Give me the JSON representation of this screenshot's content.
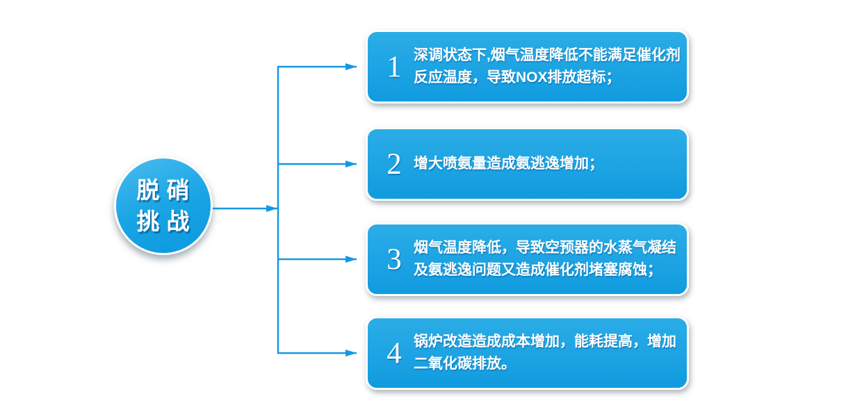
{
  "hub": {
    "label": "脱硝\n挑战"
  },
  "items": [
    {
      "number": "1",
      "text": "深调状态下,烟气温度降低不能满足催化剂\n反应温度，导致NOX排放超标；"
    },
    {
      "number": "2",
      "text": "增大喷氨量造成氨逃逸增加；"
    },
    {
      "number": "3",
      "text": "烟气温度降低，导致空预器的水蒸气凝结\n及氨逃逸问题又造成催化剂堵塞腐蚀；"
    },
    {
      "number": "4",
      "text": "锅炉改造造成成本增加，能耗提高，增加\n二氧化碳排放。"
    }
  ],
  "colors": {
    "accent_line": "#1598e2",
    "panel_gradient_top": "#2bade7",
    "panel_gradient_bottom": "#109bdf",
    "hub_gradient_top": "#4abcee",
    "hub_gradient_bottom": "#0c99de",
    "text": "#ffffff",
    "background": "#ffffff"
  }
}
